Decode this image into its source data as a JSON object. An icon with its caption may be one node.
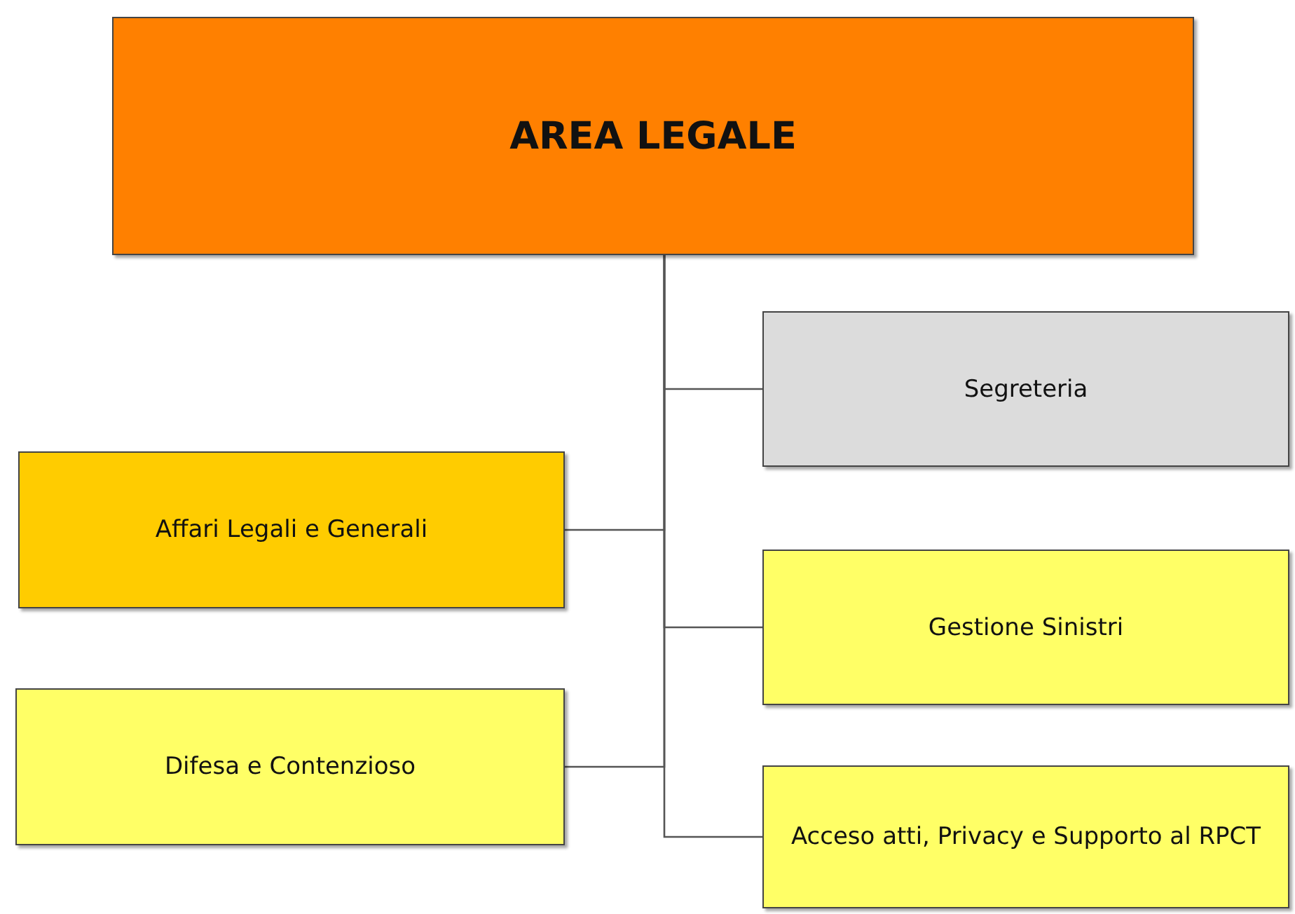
{
  "diagram": {
    "nodes": [
      {
        "text": [
          "AREA LEGALE"
        ]
      },
      {
        "text": [
          "Segreteria"
        ]
      },
      {
        "text": [
          "Affari Legali e Generali"
        ]
      },
      {
        "text": [
          "Gestione Sinistri"
        ]
      },
      {
        "text": [
          "Difesa e Contenzioso"
        ]
      },
      {
        "text": [
          "Acceso atti, Privacy e Supporto al RPCT"
        ]
      }
    ],
    "edges": [
      {
        "from": 0,
        "to": 1,
        "arrow": "none"
      },
      {
        "from": 0,
        "to": 2,
        "arrow": "none"
      },
      {
        "from": 0,
        "to": 3,
        "arrow": "none"
      },
      {
        "from": 0,
        "to": 4,
        "arrow": "none"
      },
      {
        "from": 0,
        "to": 5,
        "arrow": "none"
      }
    ]
  }
}
